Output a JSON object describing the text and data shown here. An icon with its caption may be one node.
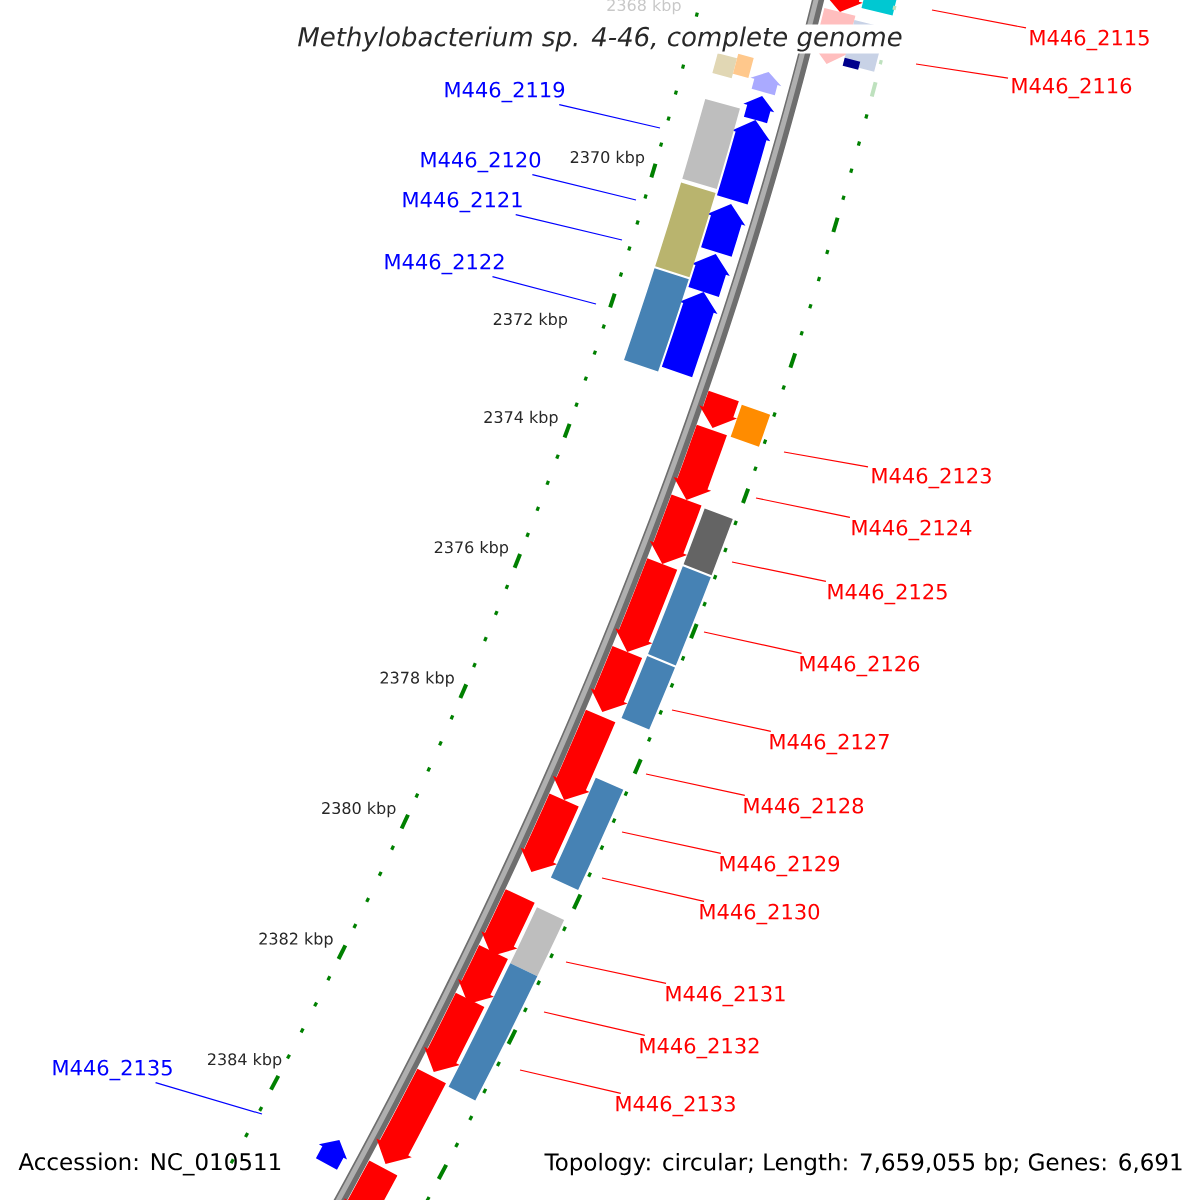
{
  "diagram": {
    "title": "Methylobacterium sp. 4-46, complete genome",
    "nodes": [
      {
        "text": [
          "M446_2115"
        ]
      },
      {
        "text": [
          "M446_2116"
        ]
      },
      {
        "text": [
          "M446_2119"
        ]
      },
      {
        "text": [
          "M446_2120"
        ]
      },
      {
        "text": [
          "M446_2121"
        ]
      },
      {
        "text": [
          "M446_2122"
        ]
      },
      {
        "text": [
          "M446_2123"
        ]
      },
      {
        "text": [
          "M446_2124"
        ]
      },
      {
        "text": [
          "M446_2125"
        ]
      },
      {
        "text": [
          "M446_2126"
        ]
      },
      {
        "text": [
          "M446_2127"
        ]
      },
      {
        "text": [
          "M446_2128"
        ]
      },
      {
        "text": [
          "M446_2129"
        ]
      },
      {
        "text": [
          "M446_2130"
        ]
      },
      {
        "text": [
          "M446_2131"
        ]
      },
      {
        "text": [
          "M446_2132"
        ]
      },
      {
        "text": [
          "M446_2133"
        ]
      },
      {
        "text": [
          "M446_2135"
        ]
      }
    ],
    "edges": [
      {
        "from": 0,
        "to": null,
        "arrow": "none"
      },
      {
        "from": 1,
        "to": null,
        "arrow": "none"
      },
      {
        "from": 2,
        "to": null,
        "arrow": "none",
        "color": "#0000ff"
      },
      {
        "from": 3,
        "to": null,
        "arrow": "none",
        "color": "#0000ff"
      },
      {
        "from": 4,
        "to": null,
        "arrow": "none",
        "color": "#0000ff"
      },
      {
        "from": 5,
        "to": null,
        "arrow": "none",
        "color": "#0000ff"
      },
      {
        "from": 6,
        "to": null,
        "arrow": "none"
      },
      {
        "from": 7,
        "to": null,
        "arrow": "none"
      },
      {
        "from": 8,
        "to": null,
        "arrow": "none"
      },
      {
        "from": 9,
        "to": null,
        "arrow": "none"
      },
      {
        "from": 10,
        "to": null,
        "arrow": "none"
      },
      {
        "from": 11,
        "to": null,
        "arrow": "none"
      },
      {
        "from": 12,
        "to": null,
        "arrow": "none"
      },
      {
        "from": 13,
        "to": null,
        "arrow": "none"
      },
      {
        "from": 14,
        "to": null,
        "arrow": "none"
      },
      {
        "from": 15,
        "to": null,
        "arrow": "none"
      },
      {
        "from": 16,
        "to": null,
        "arrow": "none"
      },
      {
        "from": 17,
        "to": null,
        "arrow": "none",
        "color": "#0000ff"
      }
    ],
    "labels": [
      "2368 kbp",
      "2370 kbp",
      "2372 kbp",
      "2374 kbp",
      "2376 kbp",
      "2378 kbp",
      "2380 kbp",
      "2382 kbp",
      "2384 kbp",
      "Accession: NC_010511",
      "Topology: circular; Length: 7,659,055 bp; Genes: 6,691"
    ]
  }
}
